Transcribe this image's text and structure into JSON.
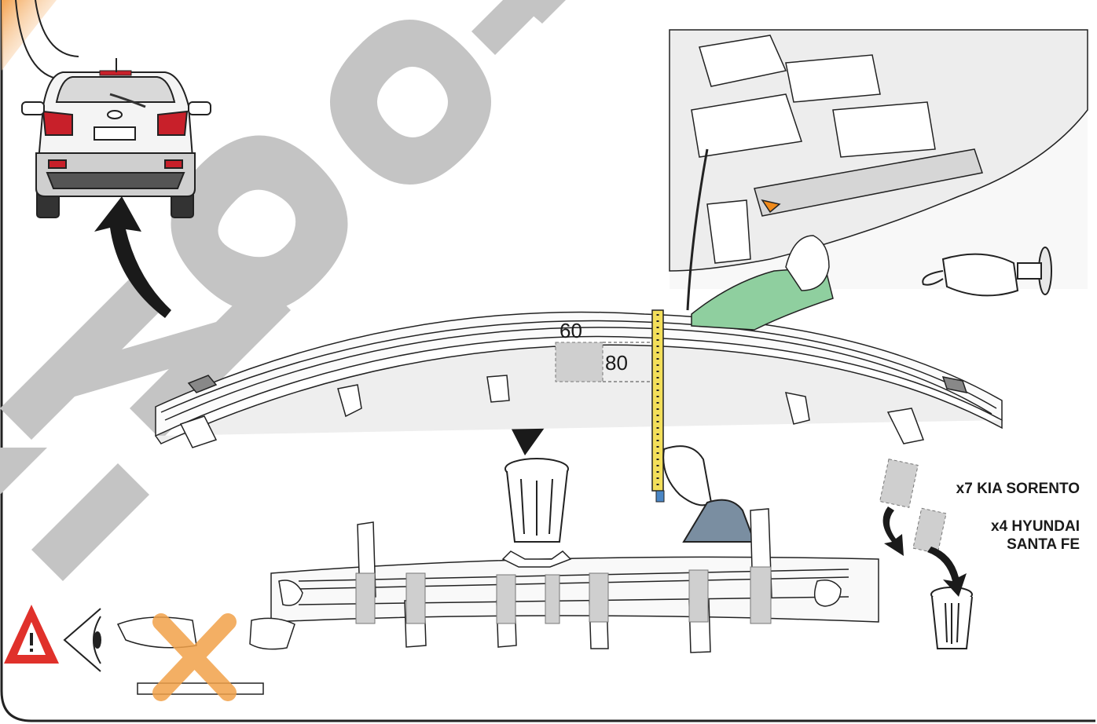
{
  "instruction_sheet": {
    "watermark_text": "NO ORI",
    "cut_dimensions": {
      "width": "60",
      "height": "80"
    },
    "vehicle_models": [
      {
        "quantity_label": "x7 KIA SORENTO"
      },
      {
        "quantity_label": "x4 HYUNDAI",
        "line2": "SANTA FE"
      }
    ],
    "icons": [
      "warning-triangle-icon",
      "eye-icon",
      "trash-bin-icon",
      "angle-grinder-icon",
      "tape-measure-icon",
      "curved-arrow-icon",
      "cross-out-icon"
    ],
    "colors": {
      "watermark": "#c4c4c4",
      "tape_yellow": "#f3df5a",
      "sleeve_green": "#8fcf9f",
      "sleeve_blue": "#7a8ea1",
      "cross_orange": "#f2a24a",
      "warning_red": "#e0312b",
      "cut_patch": "#cfcfcf",
      "tail_light": "#c8202a"
    }
  }
}
